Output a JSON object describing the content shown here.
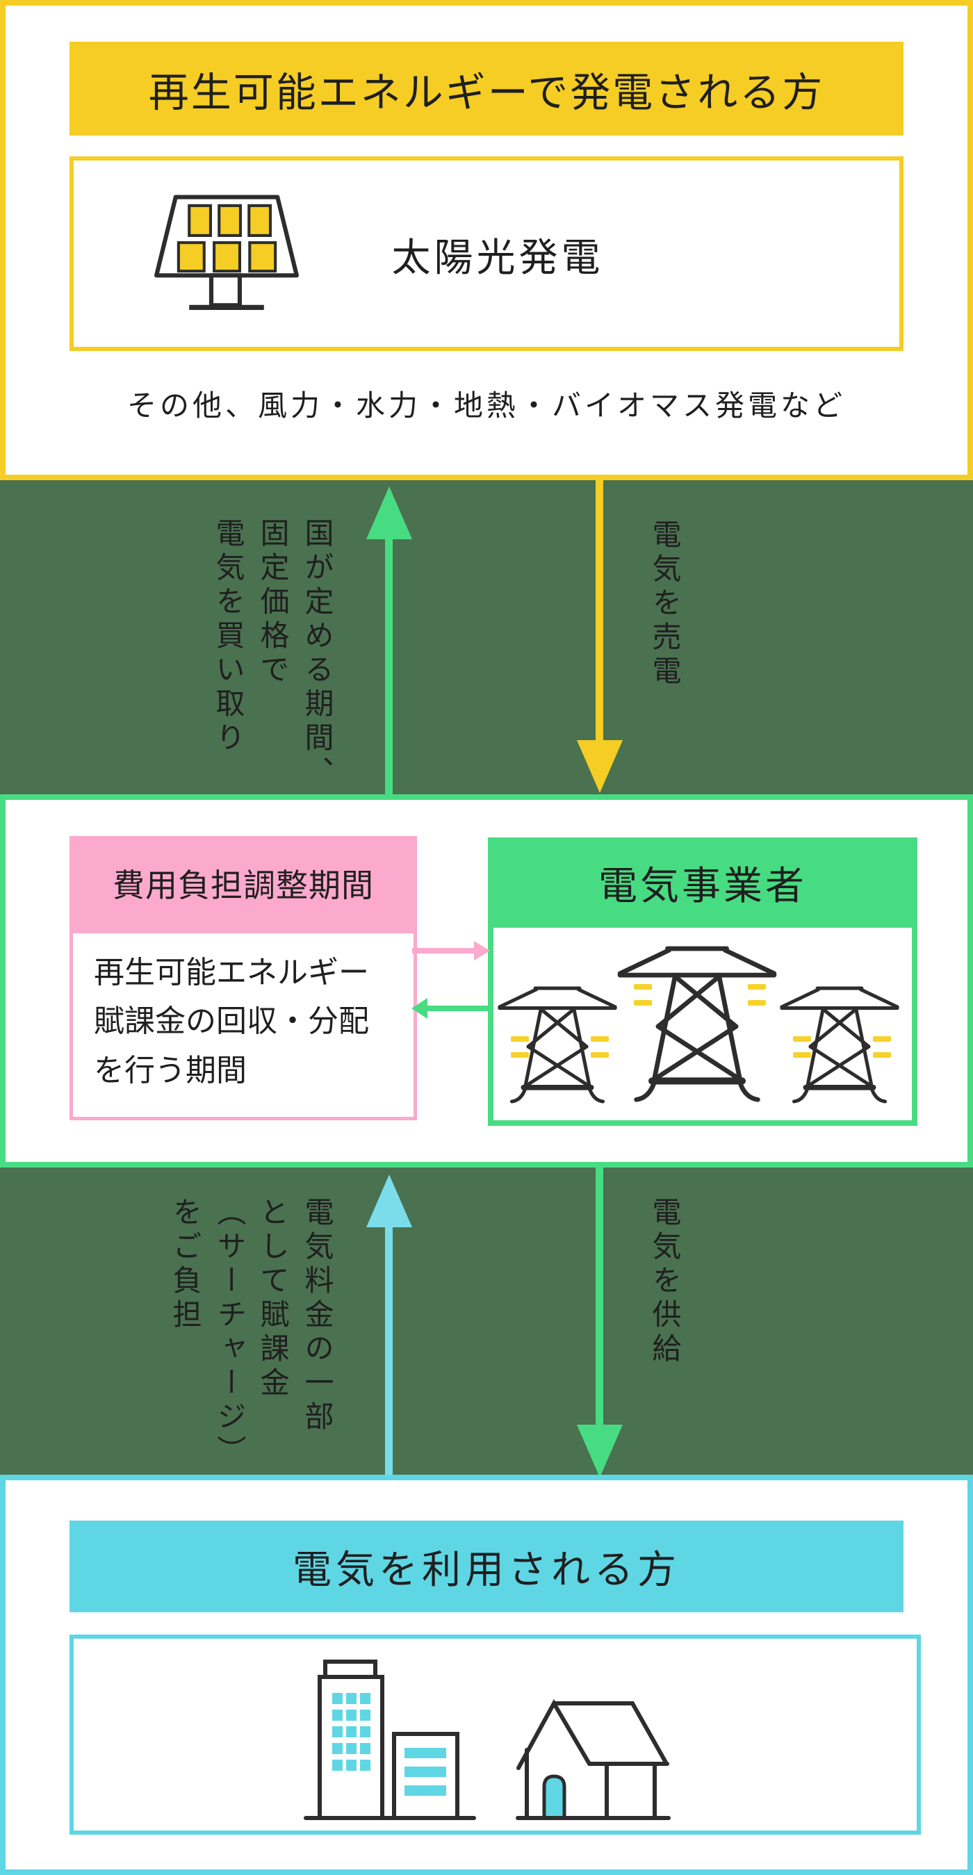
{
  "colors": {
    "yellow": "#F5CD24",
    "band_green": "#4A7150",
    "bright_green": "#48DC82",
    "pink": "#FBA9CC",
    "cyan": "#5FD6E4",
    "cyan_arrow": "#7ADDE9",
    "dash_yellow": "#F6D32B",
    "text": "#1F1F1F",
    "icon_line": "#2D2D2D"
  },
  "generator_section": {
    "title": "再生可能エネルギーで発電される方",
    "solar_label": "太陽光発電",
    "note": "その他、風力・水力・地熱・バイオマス発電など"
  },
  "flow_generator": {
    "buy_lines": [
      "国が定める期間、",
      "固定価格で",
      "電気を買い取り"
    ],
    "sell_label": "電気を売電"
  },
  "operator_section": {
    "cost_box": {
      "title": "費用負担調整期間",
      "body_lines": [
        "再生可能エネルギー",
        "賦課金の回収・分配",
        "を行う期間"
      ]
    },
    "utility_title": "電気事業者"
  },
  "flow_consumer": {
    "surcharge_lines": [
      "電気料金の一部",
      "として賦課金",
      "（サーチャージ）",
      "をご負担"
    ],
    "supply_label": "電気を供給"
  },
  "consumer_section": {
    "title": "電気を利用される方"
  }
}
